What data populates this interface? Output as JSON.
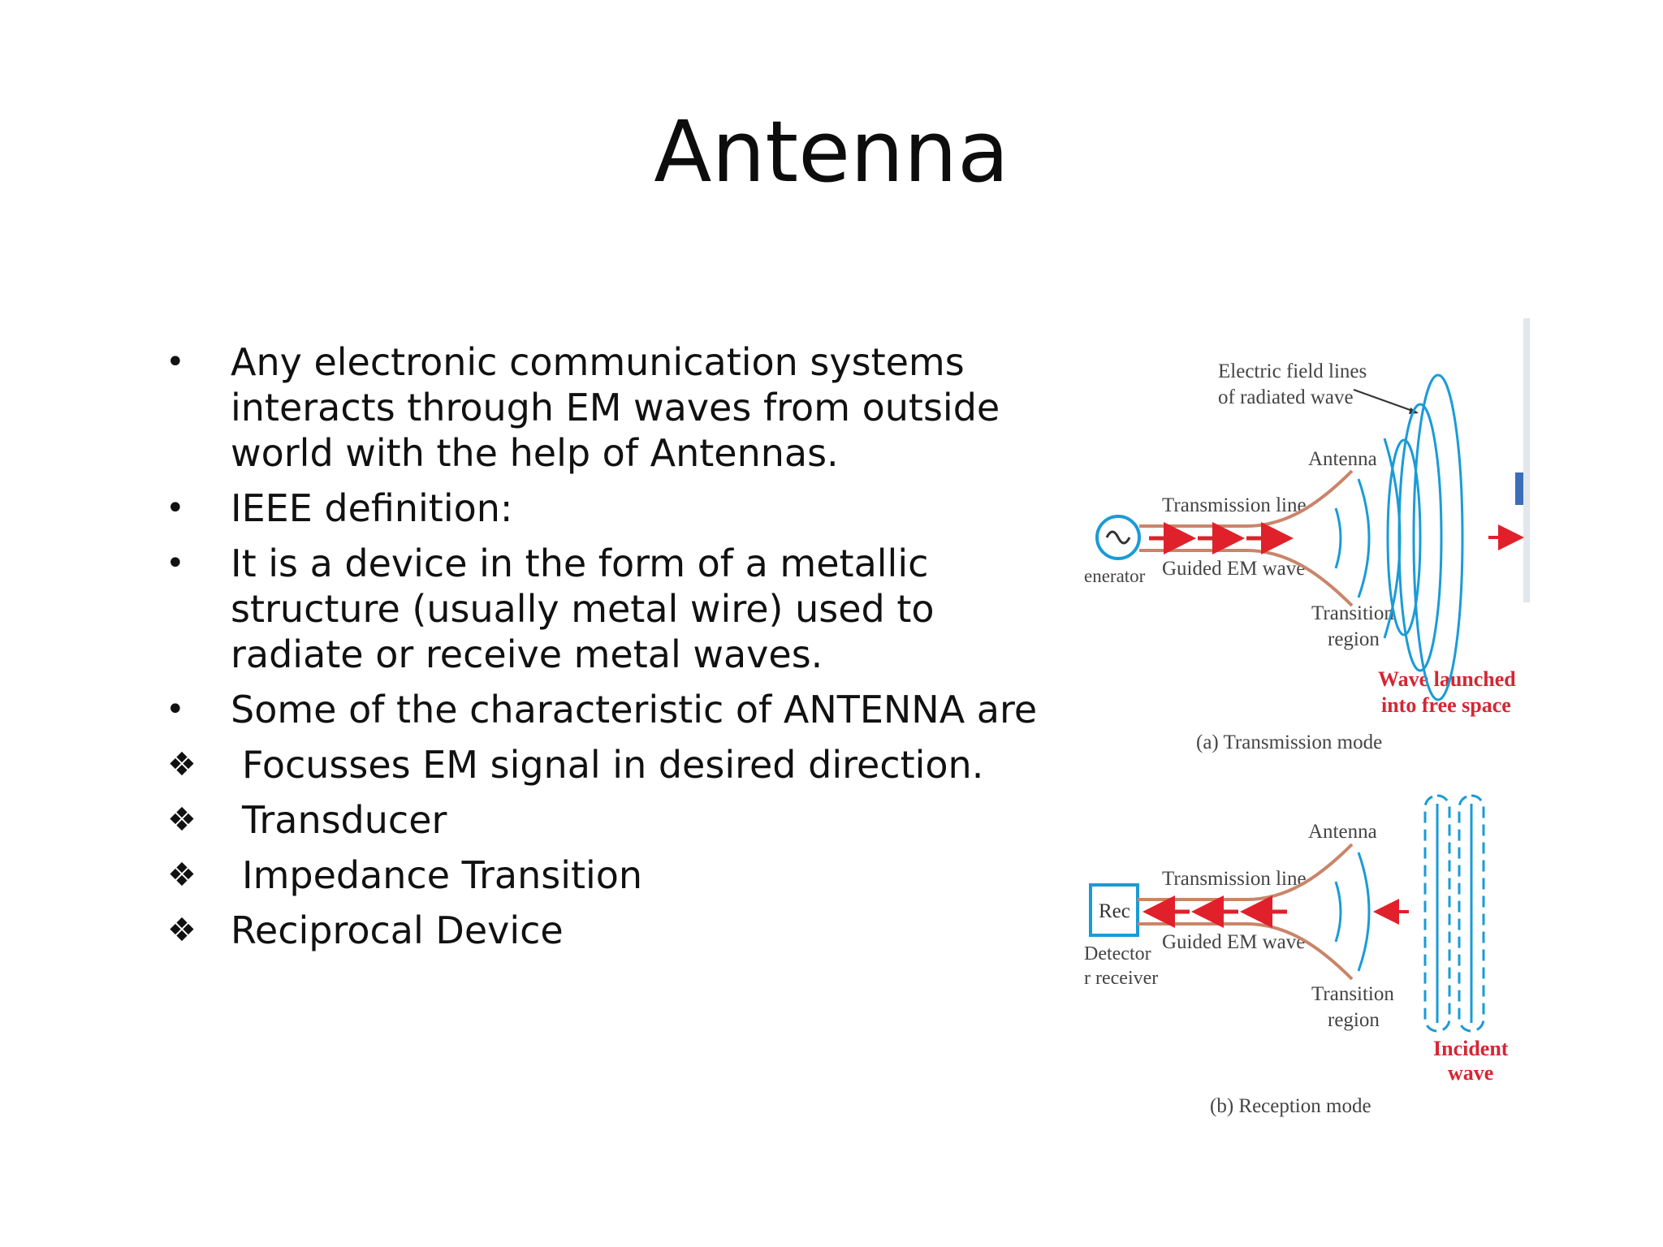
{
  "title": "Antenna",
  "bullets": [
    {
      "marker": "•",
      "type": "dot",
      "text": "Any electronic communication systems interacts through EM waves from outside world with the help of Antennas."
    },
    {
      "marker": "•",
      "type": "dot",
      "text": "IEEE definition:"
    },
    {
      "marker": "•",
      "type": "dot",
      "text": "It is a device in the form of a metallic structure (usually metal wire) used to radiate or receive metal waves."
    },
    {
      "marker": "•",
      "type": "dot",
      "text": "Some of the characteristic of ANTENNA are"
    },
    {
      "marker": "❖",
      "type": "diamond",
      "text": "Focusses EM signal in desired direction."
    },
    {
      "marker": "❖",
      "type": "diamond",
      "text": "Transducer"
    },
    {
      "marker": "❖",
      "type": "diamond",
      "text": "Impedance Transition"
    },
    {
      "marker": "❖",
      "type": "diamond",
      "text": "Reciprocal Device"
    }
  ],
  "figure": {
    "transmission": {
      "field_label_1": "Electric field lines",
      "field_label_2": "of radiated wave",
      "antenna": "Antenna",
      "line": "Transmission line",
      "generator": "enerator",
      "guided": "Guided EM wave",
      "transition_1": "Transition",
      "transition_2": "region",
      "launched_1": "Wave launched",
      "launched_2": "into free space",
      "caption": "(a)  Transmission mode"
    },
    "reception": {
      "antenna": "Antenna",
      "line": "Transmission line",
      "rec": "Rec",
      "detector_1": "Detector",
      "detector_2": "r receiver",
      "guided": "Guided EM wave",
      "transition_1": "Transition",
      "transition_2": "region",
      "incident_1": "Incident",
      "incident_2": "wave",
      "caption": "(b)  Reception mode"
    },
    "colors": {
      "field": "#1a9bd7",
      "arrow": "#e0202a",
      "line": "#c9856a",
      "label": "#444444",
      "red_label": "#d62633",
      "box": "#1a9bd7"
    }
  }
}
